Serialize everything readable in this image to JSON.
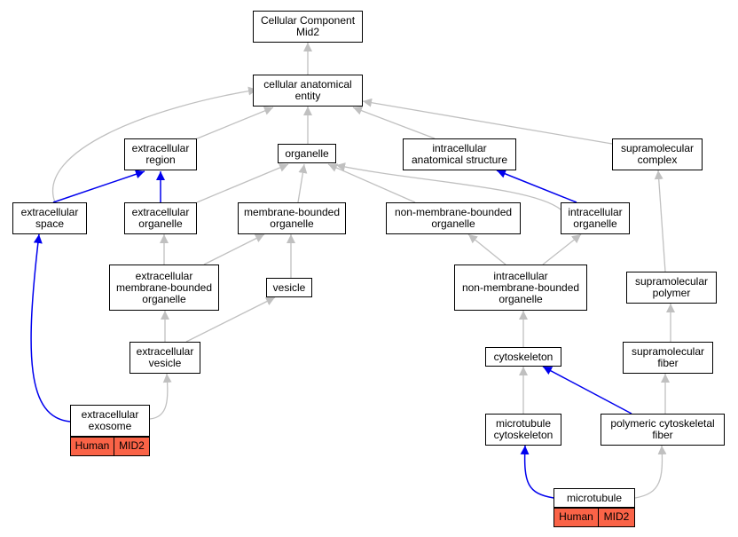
{
  "colors": {
    "edge_gray": "#c0c0c0",
    "edge_blue": "#0000ee",
    "tag_fill": "#fa6347"
  },
  "nodes": {
    "root": {
      "lines": [
        "Cellular Component",
        "Mid2"
      ]
    },
    "cae": {
      "lines": [
        "cellular anatomical",
        "entity"
      ]
    },
    "exreg": {
      "lines": [
        "extracellular",
        "region"
      ]
    },
    "organelle": {
      "lines": [
        "organelle"
      ]
    },
    "ias": {
      "lines": [
        "intracellular",
        "anatomical structure"
      ]
    },
    "supcx": {
      "lines": [
        "supramolecular",
        "complex"
      ]
    },
    "exspace": {
      "lines": [
        "extracellular",
        "space"
      ]
    },
    "exorg": {
      "lines": [
        "extracellular",
        "organelle"
      ]
    },
    "mbo": {
      "lines": [
        "membrane-bounded",
        "organelle"
      ]
    },
    "nmbo": {
      "lines": [
        "non-membrane-bounded",
        "organelle"
      ]
    },
    "intorg": {
      "lines": [
        "intracellular",
        "organelle"
      ]
    },
    "exmbo": {
      "lines": [
        "extracellular",
        "membrane-bounded",
        "organelle"
      ]
    },
    "vesicle": {
      "lines": [
        "vesicle"
      ]
    },
    "intnmbo": {
      "lines": [
        "intracellular",
        "non-membrane-bounded",
        "organelle"
      ]
    },
    "suppoly": {
      "lines": [
        "supramolecular",
        "polymer"
      ]
    },
    "exves": {
      "lines": [
        "extracellular",
        "vesicle"
      ]
    },
    "cytosk": {
      "lines": [
        "cytoskeleton"
      ]
    },
    "supfib": {
      "lines": [
        "supramolecular",
        "fiber"
      ]
    },
    "exosome": {
      "lines": [
        "extracellular",
        "exosome"
      ]
    },
    "mtcytosk": {
      "lines": [
        "microtubule",
        "cytoskeleton"
      ]
    },
    "polyfib": {
      "lines": [
        "polymeric cytoskeletal",
        "fiber"
      ]
    },
    "microtubule": {
      "lines": [
        "microtubule"
      ]
    }
  },
  "tags": {
    "exosome": {
      "species": "Human",
      "gene": "MID2"
    },
    "microtubule": {
      "species": "Human",
      "gene": "MID2"
    }
  }
}
